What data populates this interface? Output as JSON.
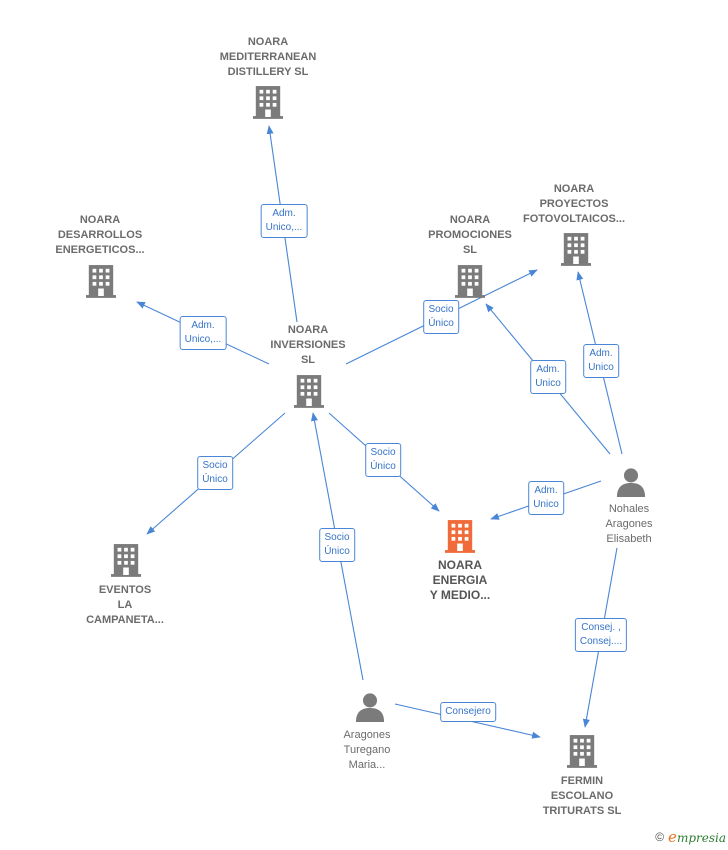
{
  "colors": {
    "edge": "#4a86d6",
    "company": "#7b7b7b",
    "focus": "#f06a3a",
    "person": "#7b7b7b"
  },
  "nodes": [
    {
      "id": "mediterranean",
      "type": "company",
      "icon": "building-icon",
      "lines": [
        "NOARA",
        "MEDITERRANEAN",
        "DISTILLERY  SL"
      ]
    },
    {
      "id": "desarrollos",
      "type": "company",
      "icon": "building-icon",
      "lines": [
        "NOARA",
        "DESARROLLOS",
        "ENERGETICOS..."
      ]
    },
    {
      "id": "promociones",
      "type": "company",
      "icon": "building-icon",
      "lines": [
        "NOARA",
        "PROMOCIONES",
        "SL"
      ]
    },
    {
      "id": "proyectos",
      "type": "company",
      "icon": "building-icon",
      "lines": [
        "NOARA",
        "PROYECTOS",
        "FOTOVOLTAICOS..."
      ]
    },
    {
      "id": "inversiones",
      "type": "company",
      "icon": "building-icon",
      "lines": [
        "NOARA",
        "INVERSIONES",
        "SL"
      ]
    },
    {
      "id": "energia",
      "type": "focus",
      "icon": "building-icon",
      "lines": [
        "NOARA",
        "ENERGIA",
        "Y MEDIO..."
      ]
    },
    {
      "id": "eventos",
      "type": "company",
      "icon": "building-icon",
      "lines": [
        "EVENTOS",
        "LA",
        "CAMPANETA..."
      ]
    },
    {
      "id": "nohales",
      "type": "person",
      "icon": "person-icon",
      "lines": [
        "Nohales",
        "Aragones",
        "Elisabeth"
      ]
    },
    {
      "id": "aragones",
      "type": "person",
      "icon": "person-icon",
      "lines": [
        "Aragones",
        "Turegano",
        "Maria..."
      ]
    },
    {
      "id": "fermin",
      "type": "company",
      "icon": "building-icon",
      "lines": [
        "FERMIN",
        "ESCOLANO",
        "TRITURATS SL"
      ]
    }
  ],
  "edges": [
    {
      "from": "inversiones",
      "to": "mediterranean",
      "lines": [
        "Adm.",
        "Unico,..."
      ]
    },
    {
      "from": "inversiones",
      "to": "desarrollos",
      "lines": [
        "Adm.",
        "Unico,..."
      ]
    },
    {
      "from": "inversiones",
      "to": "proyectos",
      "lines": [
        "Socio",
        "Único"
      ]
    },
    {
      "from": "inversiones",
      "to": "energia",
      "lines": [
        "Socio",
        "Único"
      ]
    },
    {
      "from": "inversiones",
      "to": "eventos",
      "lines": [
        "Socio",
        "Único"
      ]
    },
    {
      "from": "aragones",
      "to": "inversiones",
      "lines": [
        "Socio",
        "Único"
      ]
    },
    {
      "from": "nohales",
      "to": "promociones",
      "lines": [
        "Adm.",
        "Unico"
      ]
    },
    {
      "from": "nohales",
      "to": "proyectos",
      "lines": [
        "Adm.",
        "Unico"
      ]
    },
    {
      "from": "nohales",
      "to": "energia",
      "lines": [
        "Adm.",
        "Unico"
      ]
    },
    {
      "from": "nohales",
      "to": "fermin",
      "lines": [
        "Consej. ,",
        "Consej...."
      ]
    },
    {
      "from": "aragones",
      "to": "fermin",
      "lines": [
        "Consejero"
      ]
    }
  ],
  "footer": {
    "copyright": "©",
    "brand_initial": "e",
    "brand_rest": "mpresia"
  }
}
